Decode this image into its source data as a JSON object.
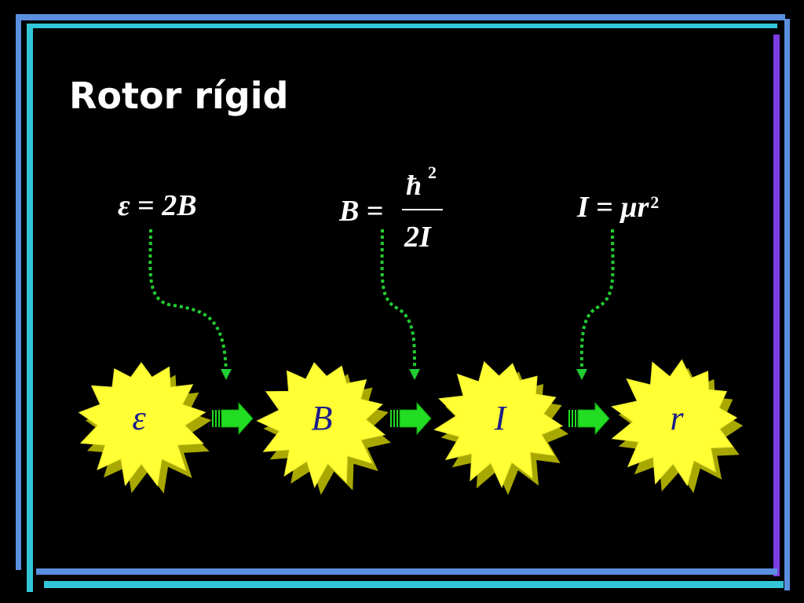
{
  "slide": {
    "title": "Rotor rígid",
    "colors": {
      "background": "#000000",
      "frame_blue": "#5B8FE0",
      "frame_cyan": "#33C6D8",
      "frame_purple": "#7C3CE0",
      "arrow_dotted": "#22CC33",
      "burst_fill": "#FFFF33",
      "burst_shadow": "#A8A800",
      "flow_arrow": "#22DD22",
      "label_color": "#1C1C8C"
    }
  },
  "equations": {
    "energy": {
      "lhs": "ε",
      "op": "=",
      "rhs": "2B"
    },
    "rotational_constant": {
      "lhs": "B",
      "op": "=",
      "numerator": "ħ",
      "numerator_power": "2",
      "denominator": "2I"
    },
    "moment_of_inertia": {
      "lhs": "I",
      "op": "=",
      "rhs_symbol": "μr",
      "rhs_power": "2"
    }
  },
  "nodes": [
    {
      "label": "ε",
      "icon": "starburst-icon"
    },
    {
      "label": "B",
      "icon": "starburst-icon"
    },
    {
      "label": "I",
      "icon": "starburst-icon"
    },
    {
      "label": "r",
      "icon": "starburst-icon"
    }
  ]
}
